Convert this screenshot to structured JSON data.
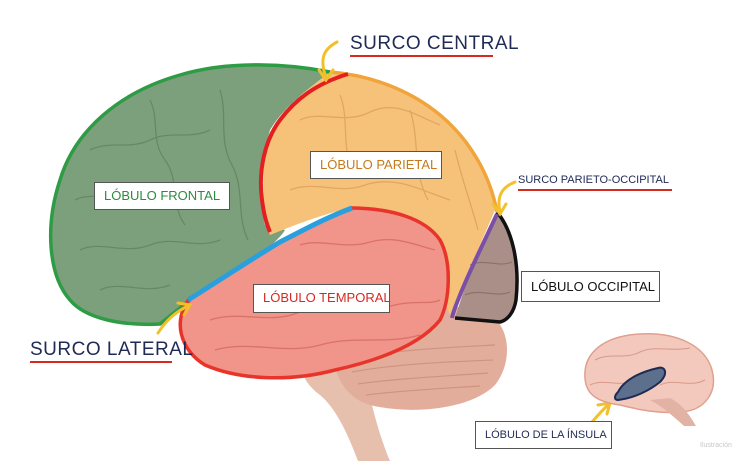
{
  "labels": {
    "frontal": "LÓBULO FRONTAL",
    "parietal": "LÓBULO PARIETAL",
    "temporal": "LÓBULO TEMPORAL",
    "occipital": "LÓBULO OCCIPITAL",
    "insula": "LÓBULO DE LA ÍNSULA",
    "sulcus_central": "SURCO CENTRAL",
    "sulcus_lateral": "SURCO LATERAL",
    "sulcus_parieto_occipital": "SURCO PARIETO-OCCIPITAL",
    "watermark": "Ilustración"
  },
  "colors": {
    "frontal_fill": "#7da07c",
    "frontal_border": "#2e9b45",
    "parietal_fill": "#f6c27a",
    "parietal_border": "#f0a43a",
    "temporal_fill": "#f1948a",
    "temporal_border": "#e8342a",
    "occipital_fill": "#a98f88",
    "occipital_border": "#111111",
    "central_sulcus": "#e31f1f",
    "lateral_sulcus": "#2a9fde",
    "parieto_occipital_sulcus": "#7b4fa6",
    "cerebellum": "#e3ad9b",
    "brainstem": "#e6c0ad",
    "insula_fill": "#5c6f8c",
    "arrow": "#f2c02b",
    "label_text_green": "#2e8b3e",
    "label_text_orange": "#c47a1c",
    "label_text_red": "#d42a20",
    "label_text_dark": "#1f2a55",
    "underline_red": "#d42a20"
  }
}
